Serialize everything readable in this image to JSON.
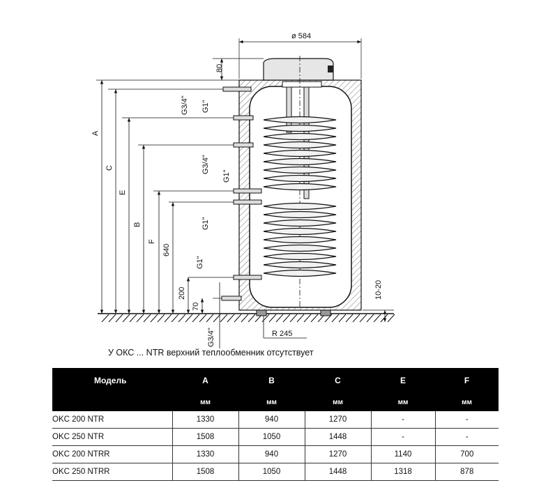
{
  "drawing": {
    "dims": {
      "diameter": "ø 584",
      "top": "80",
      "A": "A",
      "C": "C",
      "E": "E",
      "B": "B",
      "F": "F",
      "h640": "640",
      "h200": "200",
      "h70": "70",
      "feet": "10-20",
      "radius": "R 245"
    },
    "threads": {
      "t1": "G3/4\"",
      "t2": "G1\"",
      "t3": "G3/4\"",
      "t4": "G1\"",
      "t5": "G1\"",
      "t6": "G1\"",
      "t7": "G3/4\""
    }
  },
  "note": "У ОКС ... NTR верхний теплообменник отсутствует",
  "table": {
    "headers": [
      "Модель",
      "A",
      "B",
      "C",
      "E",
      "F"
    ],
    "units": [
      "",
      "мм",
      "мм",
      "мм",
      "мм",
      "мм"
    ],
    "rows": [
      [
        "OKC 200 NTR",
        "1330",
        "940",
        "1270",
        "-",
        "-"
      ],
      [
        "OKC 250 NTR",
        "1508",
        "1050",
        "1448",
        "-",
        "-"
      ],
      [
        "OKC 200 NTRR",
        "1330",
        "940",
        "1270",
        "1140",
        "700"
      ],
      [
        "OKC 250 NTRR",
        "1508",
        "1050",
        "1448",
        "1318",
        "878"
      ]
    ]
  }
}
